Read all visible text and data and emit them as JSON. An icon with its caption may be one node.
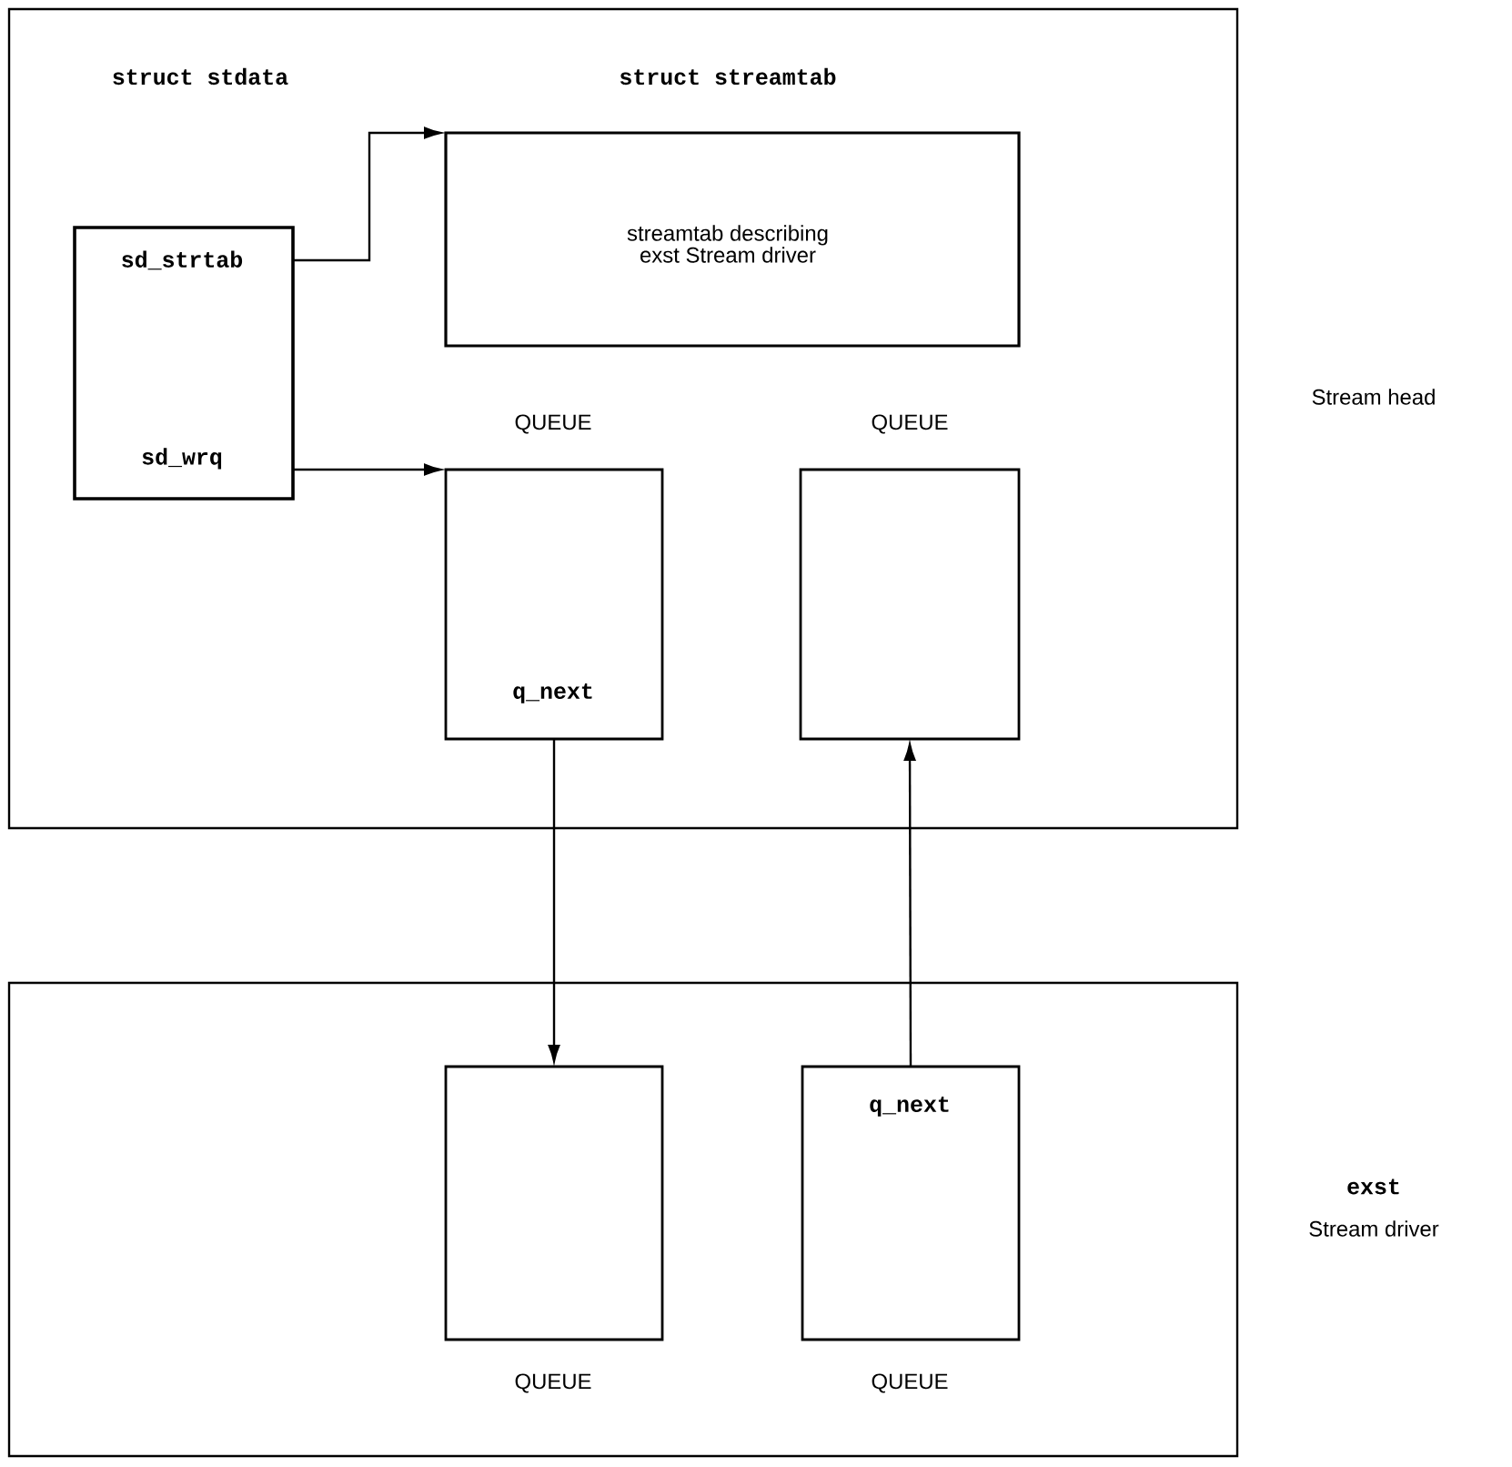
{
  "diagram": {
    "nodes": [
      {
        "text": [],
        "shape": "box",
        "beside": [
          "Stream head"
        ]
      },
      {
        "text": [
          "sd_strtab",
          "sd_wrq"
        ],
        "in": 0
      },
      {
        "text": [
          "streamtab describing exst Stream driver"
        ],
        "in": 0
      },
      {
        "text": [
          "QUEUE",
          "q_next"
        ],
        "in": 0
      },
      {
        "text": [
          "QUEUE"
        ],
        "in": 0
      },
      {
        "text": [],
        "shape": "box",
        "beside": [
          "exst",
          "Stream driver"
        ]
      },
      {
        "text": [
          "QUEUE"
        ],
        "in": 5
      },
      {
        "text": [
          "q_next",
          "QUEUE"
        ],
        "in": 5
      }
    ],
    "edges": [
      {
        "from": 1,
        "to": 2,
        "arrow": "to"
      },
      {
        "from": 1,
        "to": 3,
        "arrow": "to"
      },
      {
        "from": 3,
        "to": 6,
        "arrow": "to"
      },
      {
        "from": 7,
        "to": 4,
        "arrow": "to"
      }
    ],
    "labels": [
      "struct stdata",
      "struct streamtab"
    ]
  }
}
